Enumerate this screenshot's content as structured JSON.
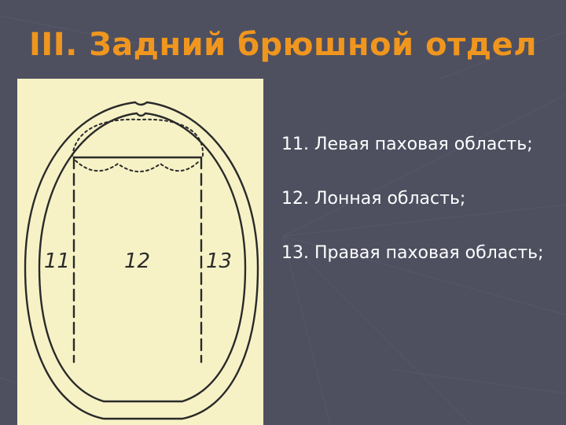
{
  "slide": {
    "title": "III. Задний брюшной отдел"
  },
  "figure": {
    "labels": [
      "11",
      "12",
      "13"
    ]
  },
  "regions": [
    {
      "text": "11. Левая паховая область;"
    },
    {
      "text": "12. Лонная область;"
    },
    {
      "text": "13. Правая паховая область;"
    }
  ],
  "colors": {
    "background": "#4e5060",
    "title": "#f0961e",
    "text": "#ffffff",
    "figure_background": "#f6f2c6",
    "figure_ink": "#2a2a2a"
  }
}
